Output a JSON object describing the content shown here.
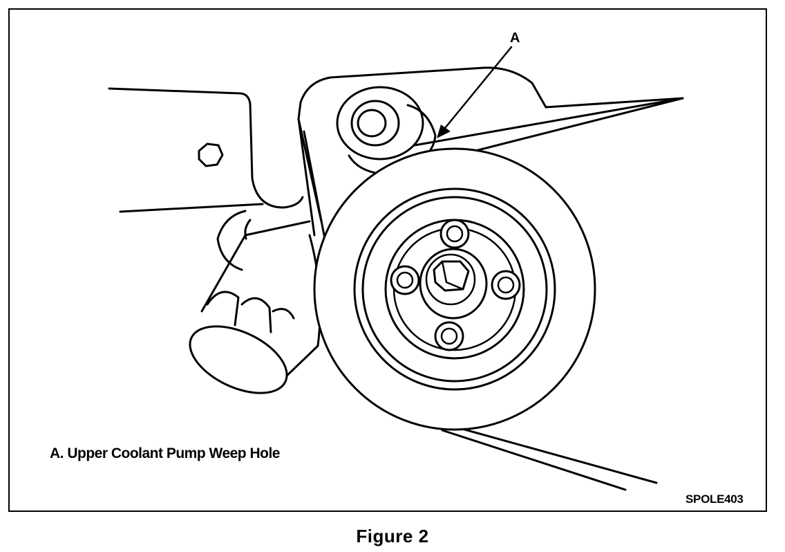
{
  "figure": {
    "callout_letter": "A",
    "caption": "A. Upper Coolant Pump Weep Hole",
    "code": "SPOLE403",
    "title": "Figure 2"
  }
}
